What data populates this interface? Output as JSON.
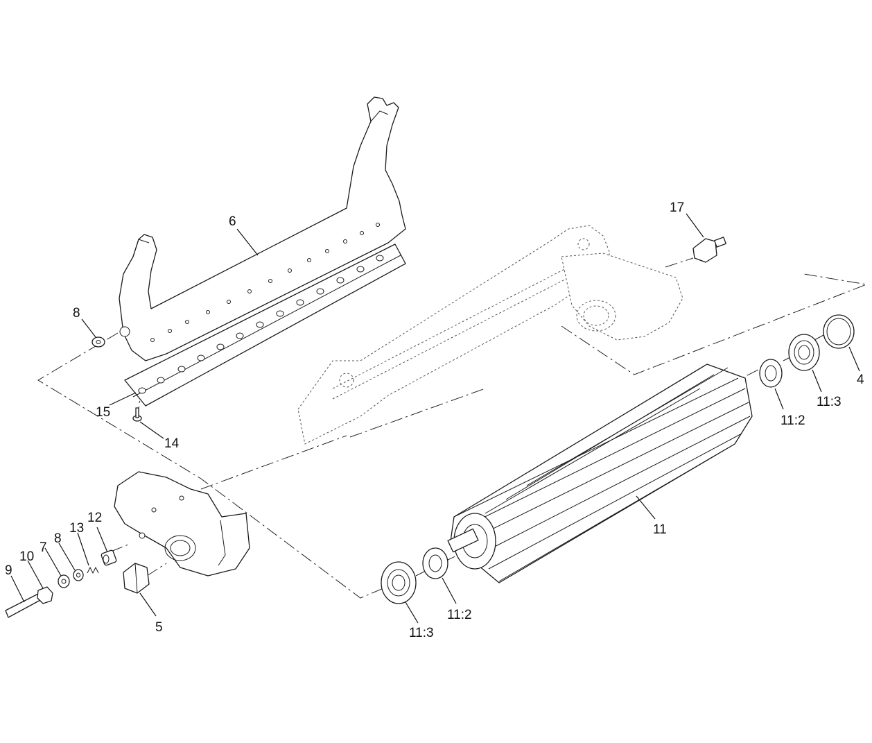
{
  "callouts": {
    "c17": "17",
    "c6": "6",
    "c8_top": "8",
    "c15": "15",
    "c14": "14",
    "c11_2_right": "11:2",
    "c11_3_right": "11:3",
    "c4": "4",
    "c11": "11",
    "c12": "12",
    "c13": "13",
    "c8_left": "8",
    "c7": "7",
    "c10": "10",
    "c9": "9",
    "c5": "5",
    "c11_3_bottom": "11:3",
    "c11_2_bottom": "11:2"
  }
}
